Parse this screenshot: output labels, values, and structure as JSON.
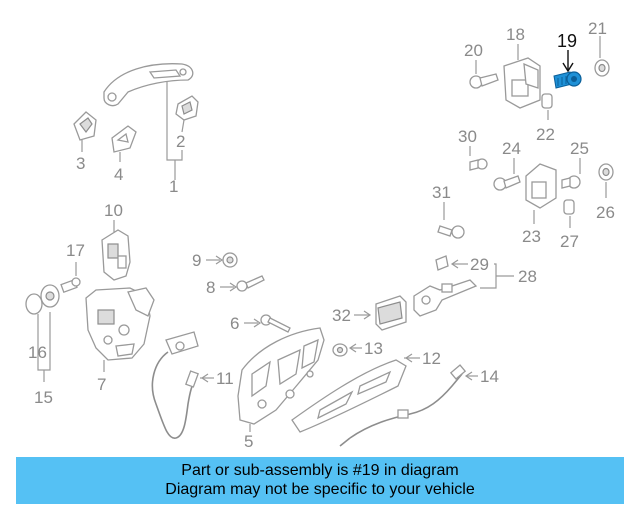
{
  "diagram": {
    "callouts": {
      "c1": "1",
      "c2": "2",
      "c3": "3",
      "c4": "4",
      "c5": "5",
      "c6": "6",
      "c7": "7",
      "c8": "8",
      "c9": "9",
      "c10": "10",
      "c11": "11",
      "c12": "12",
      "c13": "13",
      "c14": "14",
      "c15": "15",
      "c16": "16",
      "c17": "17",
      "c18": "18",
      "c19": "19",
      "c20": "20",
      "c21": "21",
      "c22": "22",
      "c23": "23",
      "c24": "24",
      "c25": "25",
      "c26": "26",
      "c27": "27",
      "c28": "28",
      "c29": "29",
      "c30": "30",
      "c31": "31",
      "c32": "32"
    },
    "highlighted_part": "19",
    "highlight_color": "#1e90d6",
    "line_color": "#9a9a9a"
  },
  "banner": {
    "line1": "Part or sub-assembly is #19 in diagram",
    "line2": "Diagram may not be specific to your vehicle",
    "background": "#55c1f4"
  }
}
